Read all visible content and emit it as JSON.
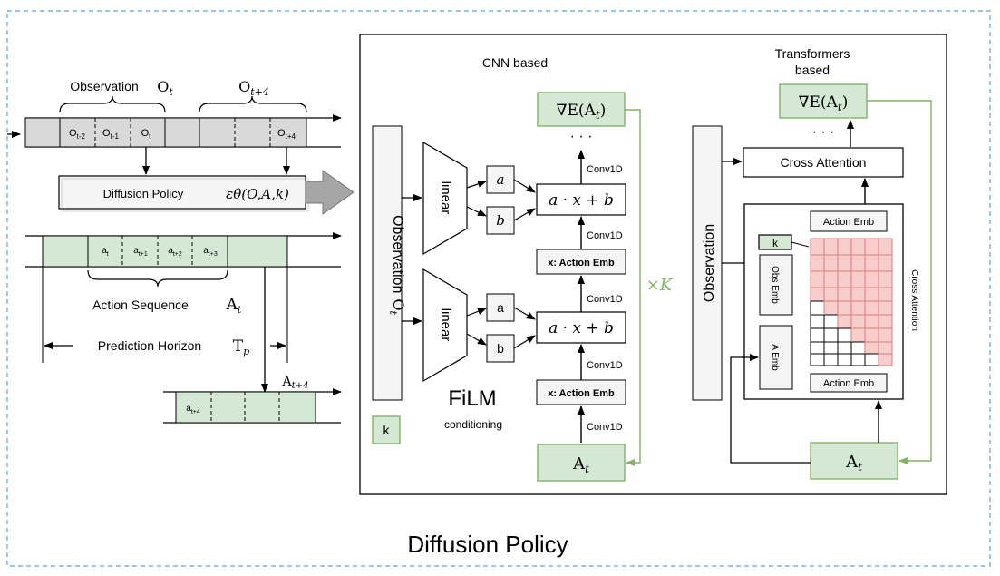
{
  "title": "Diffusion Policy",
  "left": {
    "observation_label": "Observation",
    "obs_symbol": "O",
    "obs_symbol_sub": "t",
    "obs_future_symbol": "O",
    "obs_future_sub": "t+4",
    "obs_cells": [
      {
        "base": "O",
        "sub": "t-2"
      },
      {
        "base": "O",
        "sub": "t-1"
      },
      {
        "base": "O",
        "sub": "t"
      }
    ],
    "obs_future_cell": {
      "base": "O",
      "sub": "t+4"
    },
    "policy_box_label": "Diffusion Policy",
    "policy_formula": "εθ(O,A,k)",
    "action_cells": [
      {
        "base": "a",
        "sub": "t"
      },
      {
        "base": "a",
        "sub": "t+1"
      },
      {
        "base": "a",
        "sub": "t+2"
      },
      {
        "base": "a",
        "sub": "t+3"
      }
    ],
    "action_sequence_label": "Action Sequence",
    "action_symbol": "A",
    "action_symbol_sub": "t",
    "prediction_horizon_label": "Prediction Horizon",
    "horizon_symbol": "T",
    "horizon_symbol_sub": "p",
    "future_action_symbol": "A",
    "future_action_sub": "t+4",
    "future_action_cell": {
      "base": "a",
      "sub": "t+4"
    }
  },
  "cnn": {
    "title": "CNN based",
    "observation_label": "Observation",
    "observation_symbol": "O",
    "observation_symbol_sub": "t",
    "linear_label": "linear",
    "film_label": "FiLM",
    "conditioning_label": "conditioning",
    "scale_label": "a",
    "bias_label": "b",
    "film_op": "a · x + b",
    "action_emb_label": "x: Action Emb",
    "conv_label": "Conv1D",
    "gradient_label": "∇E(A",
    "gradient_sub": "t",
    "ellipsis": "· · ·",
    "action_input": "A",
    "action_input_sub": "t",
    "k_label": "k",
    "repeat_label": "×K"
  },
  "transformer": {
    "title_line1": "Transformers",
    "title_line2": "based",
    "gradient_label": "∇E(A",
    "gradient_sub": "t",
    "ellipsis": "· · ·",
    "cross_attention_label": "Cross Attention",
    "observation_label": "Observation",
    "action_emb_top": "Action Emb",
    "action_emb_bottom": "Action Emb",
    "obs_emb": "Obs Emb",
    "a_emb": "A Emb",
    "k_label": "k",
    "cross_attention_vertical": "Cross Attention",
    "action_input": "A",
    "action_input_sub": "t"
  },
  "colors": {
    "green_fill": "#d5e8d4",
    "green_stroke": "#82b366",
    "gray_fill": "#d9d9d9",
    "light_gray": "#f5f5f5",
    "red_fill": "#f8cecc",
    "red_stroke": "#d87c7c",
    "blue_dash": "#5ba3e0"
  }
}
